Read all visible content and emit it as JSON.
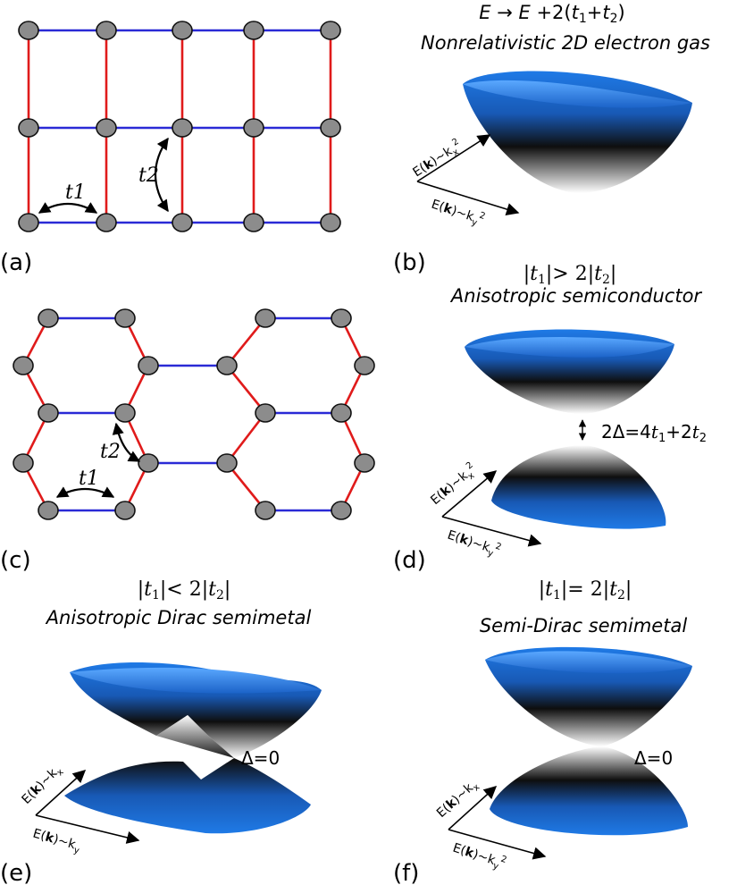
{
  "panels": {
    "a": {
      "label": "(a)"
    },
    "b": {
      "label": "(b)",
      "formula": "E → E +2(t1+t2)",
      "title": "Nonrelativistic 2D electron gas",
      "axis1": "E(k)~kx²",
      "axis2": "E(k)~ky²"
    },
    "c": {
      "label": "(c)"
    },
    "d": {
      "label": "(d)",
      "condition": "|t1|> 2|t2|",
      "title": "Anisotropic semiconductor",
      "gap": "2Δ=4t1+2t2",
      "axis1": "E(k)~kx²",
      "axis2": "E(k)~ky²"
    },
    "e": {
      "label": "(e)",
      "condition": "|t1|< 2|t2|",
      "title": "Anisotropic Dirac semimetal",
      "gap": "Δ=0",
      "axis1": "E(k)~kx",
      "axis2": "E(k)~ky"
    },
    "f": {
      "label": "(f)",
      "condition": "|t1|= 2|t2|",
      "title": "Semi-Dirac semimetal",
      "gap": "Δ=0",
      "axis1": "E(k)~kx",
      "axis2": "E(k)~ky²"
    }
  },
  "hopping_labels": {
    "t1": "t1",
    "t2": "t2"
  },
  "colors": {
    "horizontal_bond": "#2a2ad6",
    "vertical_bond": "#e01b1b",
    "site": "#8c8c8c",
    "band": "#1a6fe0"
  }
}
